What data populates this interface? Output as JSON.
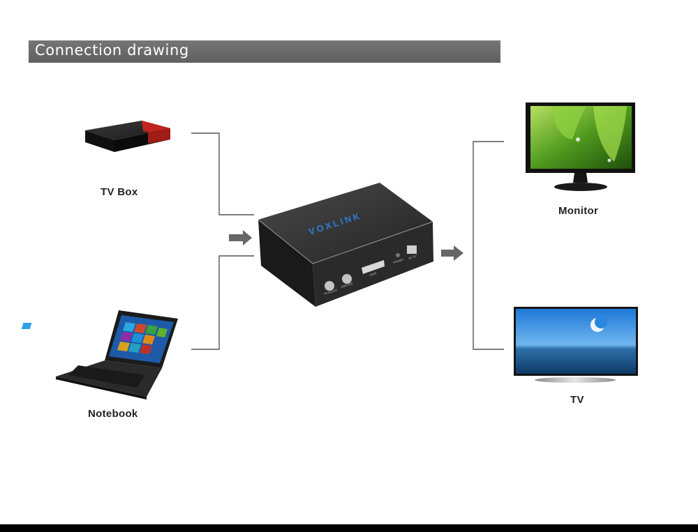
{
  "header": {
    "title": "Connection drawing"
  },
  "devices": {
    "tv_box": {
      "label": "TV Box"
    },
    "notebook": {
      "label": "Notebook"
    },
    "monitor": {
      "label": "Monitor"
    },
    "tv": {
      "label": "TV"
    }
  },
  "converter": {
    "brand": "VOXLINK",
    "ports": [
      "PC/AUDIO",
      "USB ADD",
      "HDMI",
      "POWER",
      "DC 5V"
    ]
  },
  "colors": {
    "header_bg": "#6b6b6b",
    "connector_line": "#555555",
    "arrow": "#666666",
    "brand_blue": "#2a7fd4"
  }
}
